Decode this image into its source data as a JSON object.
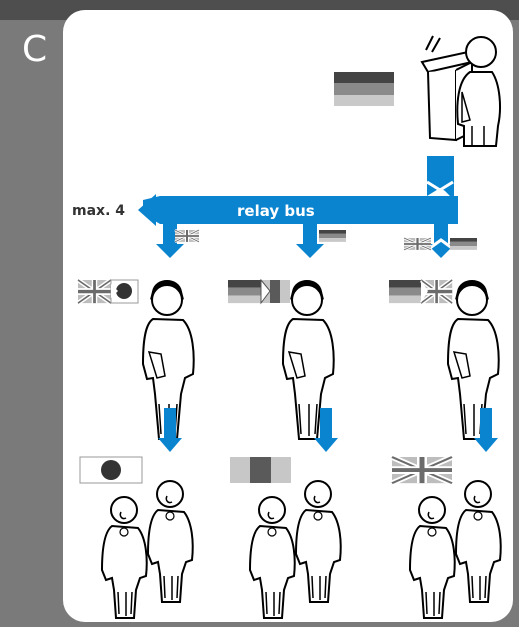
{
  "panel_letter": "C",
  "relay": {
    "max_label": "max. 4",
    "bus_label": "relay bus"
  },
  "colors": {
    "accent": "#0b84d0",
    "background": "#7a7a7a",
    "topbar": "#4e4e4e",
    "panel": "#ffffff"
  },
  "icons": {
    "speaker": "person-at-lectern-icon",
    "interpreter": "interpreter-with-headset-icon",
    "listeners": "listener-pair-icon",
    "flags": [
      "german-flag-icon",
      "uk-flag-icon",
      "japan-flag-icon"
    ]
  }
}
